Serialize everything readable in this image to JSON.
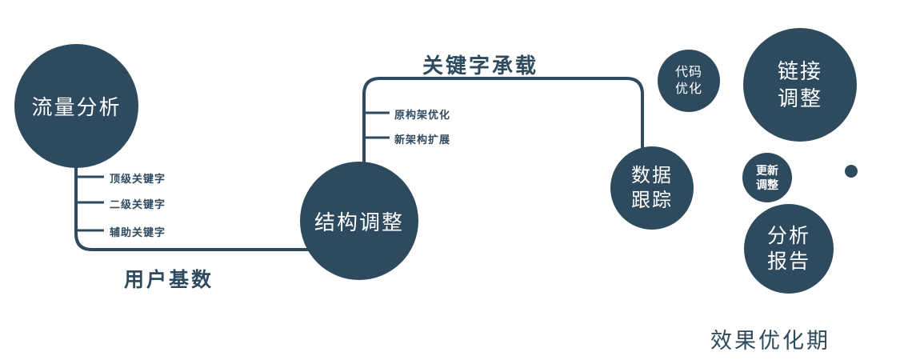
{
  "colors": {
    "accent": "#2e4a5e",
    "text": "#2e4a5e",
    "background": "#ffffff"
  },
  "nodes": {
    "traffic": {
      "label": "流量分析"
    },
    "structure": {
      "label": "结构调整"
    },
    "tracking": {
      "line1": "数据",
      "line2": "跟踪"
    },
    "code": {
      "line1": "代码",
      "line2": "优化"
    },
    "link": {
      "line1": "链接",
      "line2": "调整"
    },
    "update": {
      "line1": "更新",
      "line2": "调整"
    },
    "report": {
      "line1": "分析",
      "line2": "报告"
    }
  },
  "edge_labels": {
    "user_base": "用户基数",
    "keyword_load": "关键字承载"
  },
  "branches": {
    "traffic": [
      "顶级关键字",
      "二级关键字",
      "辅助关键字"
    ],
    "structure": [
      "原构架优化",
      "新架构扩展"
    ]
  },
  "caption": "效果优化期"
}
